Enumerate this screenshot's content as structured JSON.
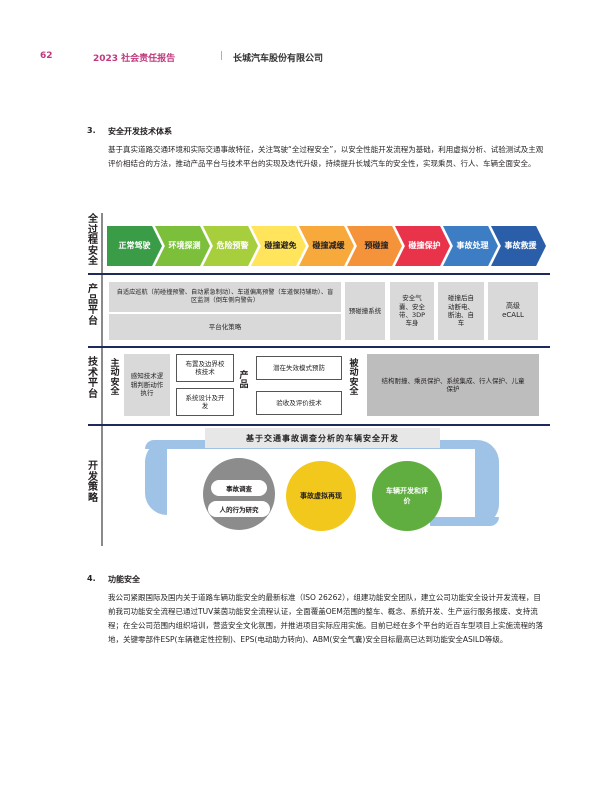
{
  "header": {
    "page_number": "62",
    "report_title": "2023 社会责任报告",
    "separator": "|",
    "company": "长城汽车股份有限公司"
  },
  "section3": {
    "number": "3.",
    "title": "安全开发技术体系",
    "paragraph": "基于真实道路交通环境和实际交通事故特征，关注驾驶“全过程安全”，以安全性能开发流程为基础，利用虚拟分析、试验测试及主观评价相结合的方法，推动产品平台与技术平台的实现及迭代升级，持续提升长城汽车的安全性，实现乘员、行人、车辆全面安全。"
  },
  "diagram": {
    "row_labels": {
      "process": "全过程安全",
      "product": "产品平台",
      "tech": "技术平台",
      "dev": "开发策略"
    },
    "chevrons": [
      {
        "label": "正常驾驶",
        "color": "#3a9c46",
        "text_color": "#ffffff"
      },
      {
        "label": "环境探测",
        "color": "#7bbf3a",
        "text_color": "#ffffff"
      },
      {
        "label": "危险预警",
        "color": "#a7cf3d",
        "text_color": "#ffffff"
      },
      {
        "label": "碰撞避免",
        "color": "#ffe45c",
        "text_color": "#231f20"
      },
      {
        "label": "碰撞减缓",
        "color": "#f7a93b",
        "text_color": "#231f20"
      },
      {
        "label": "预碰撞",
        "color": "#f5933a",
        "text_color": "#231f20"
      },
      {
        "label": "碰撞保护",
        "color": "#e8334a",
        "text_color": "#ffffff"
      },
      {
        "label": "事故处理",
        "color": "#3c7dc4",
        "text_color": "#ffffff"
      },
      {
        "label": "事故救援",
        "color": "#2a5ea8",
        "text_color": "#ffffff"
      }
    ],
    "product": {
      "adas": "自适应巡航（前碰撞预警、自动紧急制动）、车道偏离预警（车道保持辅助）、盲区监测（倒车侧向警告）",
      "platform": "平台化策略",
      "pre_crash": "预碰撞系统",
      "protection": "安全气囊、安全带、3DP 车身",
      "post_crash": "碰撞后自动断电、断油、自车",
      "ecall": "高级eCALL"
    },
    "tech": {
      "active_label": "主动安全",
      "passive_label": "被动安全",
      "product_label": "产品",
      "perception": "感知技术逻辑判断动作执行",
      "layout": "布置及边界校核技术",
      "system_design": "系统设计及开发",
      "failure_mode": "潜在失效模式预防",
      "validation": "验收及评价技术",
      "passive_items": "结构耐撞、乘员保护、系统集成、行人保护、儿童保护"
    },
    "dev": {
      "banner": "基于交通事故调查分析的车辆安全开发",
      "accident_survey": "事故调查",
      "human_behavior": "人的行为研究",
      "reconstruction": "事故虚拟再现",
      "vehicle_dev": "车辆开发和评价"
    }
  },
  "section4": {
    "number": "4.",
    "title": "功能安全",
    "paragraph": "我公司紧跟国际及国内关于道路车辆功能安全的最新标准（ISO 26262），组建功能安全团队，建立公司功能安全设计开发流程，目前我司功能安全流程已通过TUV莱茵功能安全流程认证，全面覆盖OEM范围的整车、概念、系统开发、生产运行服务报废、支持流程；在全公司范围内组织培训，营造安全文化氛围，并推进项目实际应用实施。目前已经在多个平台的近百车型项目上实施流程的落地，关键零部件ESP(车辆稳定性控制)、EPS(电动助力转向)、ABM(安全气囊)安全目标最高已达到功能安全ASILD等级。"
  }
}
